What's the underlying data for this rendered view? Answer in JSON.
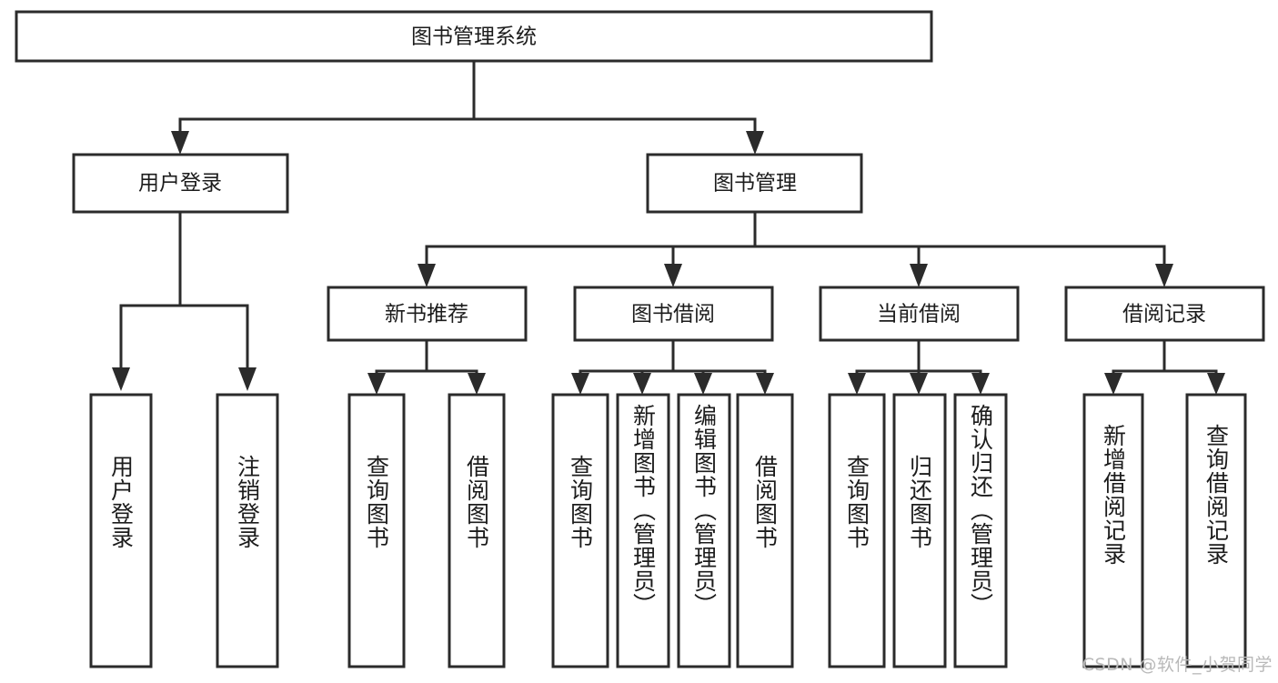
{
  "diagram": {
    "title_node": {
      "label": "图书管理系统"
    },
    "level2": [
      {
        "id": "user-login",
        "label": "用户登录"
      },
      {
        "id": "book-management",
        "label": "图书管理"
      }
    ],
    "level3": [
      {
        "id": "new-book-recommend",
        "label": "新书推荐"
      },
      {
        "id": "book-borrow",
        "label": "图书借阅"
      },
      {
        "id": "current-borrow",
        "label": "当前借阅"
      },
      {
        "id": "borrow-record",
        "label": "借阅记录"
      }
    ],
    "leaves": [
      {
        "id": "leaf-user-login",
        "label": "用户登录",
        "parent": "user-login"
      },
      {
        "id": "leaf-logout-login",
        "label": "注销登录",
        "parent": "user-login"
      },
      {
        "id": "leaf-query-book-1",
        "label": "查询图书",
        "parent": "new-book-recommend"
      },
      {
        "id": "leaf-borrow-book-1",
        "label": "借阅图书",
        "parent": "new-book-recommend"
      },
      {
        "id": "leaf-query-book-2",
        "label": "查询图书",
        "parent": "book-borrow"
      },
      {
        "id": "leaf-add-book",
        "label": "新增图书（管理员）",
        "parent": "book-borrow"
      },
      {
        "id": "leaf-edit-book",
        "label": "编辑图书（管理员）",
        "parent": "book-borrow"
      },
      {
        "id": "leaf-borrow-book-2",
        "label": "借阅图书",
        "parent": "book-borrow"
      },
      {
        "id": "leaf-query-book-3",
        "label": "查询图书",
        "parent": "current-borrow"
      },
      {
        "id": "leaf-return-book",
        "label": "归还图书",
        "parent": "current-borrow"
      },
      {
        "id": "leaf-confirm-return",
        "label": "确认归还（管理员）",
        "parent": "current-borrow"
      },
      {
        "id": "leaf-add-record",
        "label": "新增借阅记录",
        "parent": "borrow-record"
      },
      {
        "id": "leaf-query-record",
        "label": "查询借阅记录",
        "parent": "borrow-record"
      }
    ],
    "watermark": "CSDN @软件_小贺同学",
    "colors": {
      "stroke": "#2b2b2b",
      "box_fill": "#ffffff",
      "text": "#1c1c1c",
      "watermark": "#b9b9b9",
      "background": "#ffffff"
    }
  }
}
